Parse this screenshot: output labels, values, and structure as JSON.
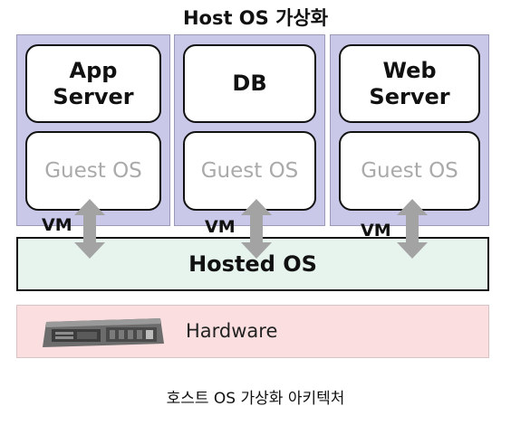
{
  "title": "Host OS 가상화",
  "vms": [
    {
      "app": "App\nServer",
      "guest": "Guest OS",
      "vm_label": "VM"
    },
    {
      "app": "DB",
      "guest": "Guest OS",
      "vm_label": "VM"
    },
    {
      "app": "Web\nServer",
      "guest": "Guest OS",
      "vm_label": "VM"
    }
  ],
  "hosted_os": "Hosted OS",
  "hardware": {
    "label": "Hardware",
    "icon": "server-rack-icon"
  },
  "caption": "호스트 OS 가상화 아키텍처",
  "colors": {
    "vm_column": "#c9c8e8",
    "hosted_os_bg": "#e6f4ed",
    "hardware_bg": "#fbdfe0",
    "guest_text": "#aaaaaa",
    "arrow": "#a3a3a3"
  }
}
